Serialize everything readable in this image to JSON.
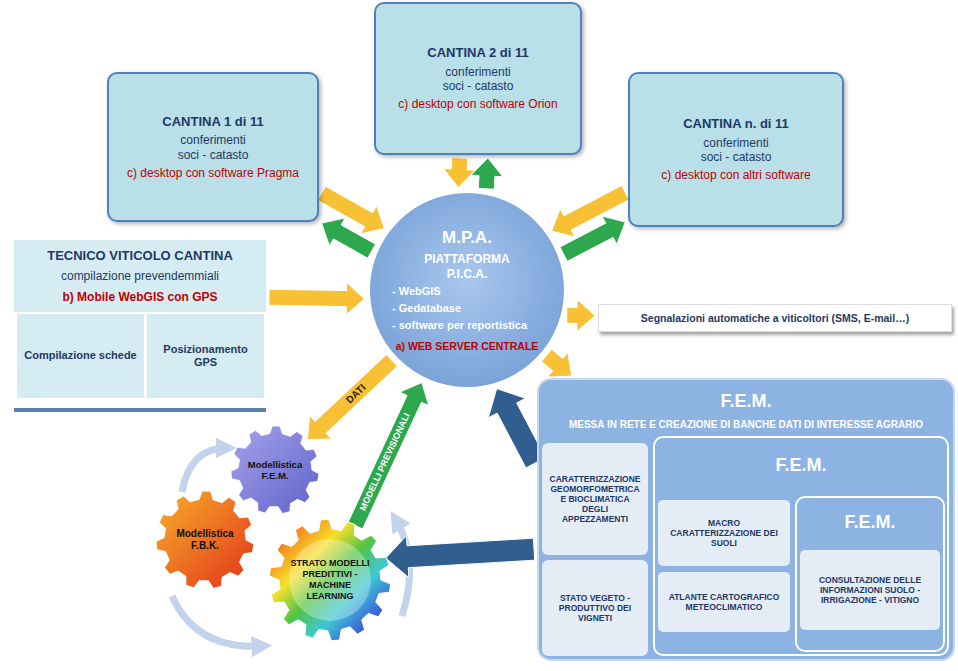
{
  "diagram": {
    "nodes": [
      {
        "text": [
          "CANTINA 1 di 11",
          "conferimenti soci - catasto",
          "c) desktop con software Pragma"
        ]
      },
      {
        "text": [
          "CANTINA 2 di 11",
          "conferimenti soci - catasto",
          "c) desktop con software Orion"
        ]
      },
      {
        "text": [
          "CANTINA n. di 11",
          "conferimenti soci - catasto",
          "c) desktop con altri software"
        ]
      },
      {
        "text": [
          "TECNICO VITICOLO CANTINA",
          "compilazione prevendemmiali",
          "b) Mobile WebGIS con GPS"
        ]
      },
      {
        "text": [
          "Compilazione schede"
        ],
        "in": 3
      },
      {
        "text": [
          "Posizionamento GPS"
        ],
        "in": 3
      },
      {
        "text": [
          "M.P.A.",
          "PIATTAFORMA P.I.C.A.",
          "- WebGIS",
          "- Gedatabase",
          "- software per reportistica",
          "a) WEB SERVER CENTRALE"
        ]
      },
      {
        "text": [
          "Segnalazioni automatiche a viticoltori (SMS, E-mail…)"
        ]
      },
      {
        "text": [
          "Modellistica F.E.M."
        ]
      },
      {
        "text": [
          "Modellistica F.B.K."
        ]
      },
      {
        "text": [
          "STRATO MODELLI PREDITTIVI - MACHINE LEARNING"
        ]
      },
      {
        "text": [
          "F.E.M.",
          "MESSA IN RETE E CREAZIONE DI BANCHE DATI DI INTERESSE AGRARIO"
        ]
      },
      {
        "text": [
          "CARATTERIZZAZIONE GEOMORFOMETRICA E BIOCLIMATICA DEGLI APPEZZAMENTI"
        ],
        "in": 11
      },
      {
        "text": [
          "STATO VEGETO - PRODUTTIVO DEI VIGNETI"
        ],
        "in": 11
      },
      {
        "text": [
          "F.E.M."
        ],
        "in": 11
      },
      {
        "text": [
          "MACRO CARATTERIZZAZIONE DEI SUOLI"
        ],
        "in": 14
      },
      {
        "text": [
          "ATLANTE CARTOGRAFICO METEOCLIMATICO"
        ],
        "in": 14
      },
      {
        "text": [
          "F.E.M."
        ],
        "in": 14
      },
      {
        "text": [
          "CONSULTAZIONE DELLE INFORMAZIONI SUOLO - IRRIGAZIONE - VITIGNO"
        ],
        "in": 17
      }
    ],
    "edges": [
      {
        "from": 0,
        "to": 6,
        "arrow": "to"
      },
      {
        "from": 6,
        "to": 0,
        "arrow": "to"
      },
      {
        "from": 1,
        "to": 6,
        "arrow": "to"
      },
      {
        "from": 6,
        "to": 1,
        "arrow": "to"
      },
      {
        "from": 2,
        "to": 6,
        "arrow": "to"
      },
      {
        "from": 6,
        "to": 2,
        "arrow": "to"
      },
      {
        "from": 3,
        "to": 6,
        "arrow": "to"
      },
      {
        "from": 6,
        "to": 7,
        "arrow": "to"
      },
      {
        "from": 6,
        "to": 11,
        "arrow": "to"
      },
      {
        "from": 6,
        "to": 8,
        "arrow": "to",
        "label": "DATI"
      },
      {
        "from": 10,
        "to": 6,
        "arrow": "to",
        "label": "MODELLI PREVISIONALI"
      },
      {
        "from": 11,
        "to": 6,
        "arrow": "to"
      },
      {
        "from": 11,
        "to": 10,
        "arrow": "to"
      }
    ]
  }
}
